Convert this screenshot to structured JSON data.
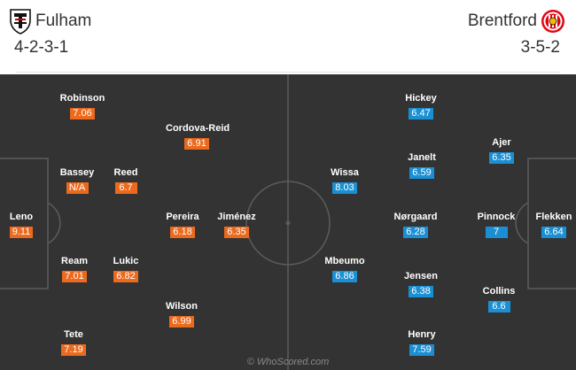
{
  "home": {
    "name": "Fulham",
    "formation": "4-2-3-1",
    "crest_icon": "fulham-crest-icon",
    "rating_color": "#ec6a1d",
    "players": [
      {
        "name": "Leno",
        "rating": "9.11"
      },
      {
        "name": "Robinson",
        "rating": "7.06"
      },
      {
        "name": "Bassey",
        "rating": "N/A"
      },
      {
        "name": "Ream",
        "rating": "7.01"
      },
      {
        "name": "Tete",
        "rating": "7.19"
      },
      {
        "name": "Reed",
        "rating": "6.7"
      },
      {
        "name": "Lukic",
        "rating": "6.82"
      },
      {
        "name": "Cordova-Reid",
        "rating": "6.91"
      },
      {
        "name": "Pereira",
        "rating": "6.18"
      },
      {
        "name": "Wilson",
        "rating": "6.99"
      },
      {
        "name": "Jiménez",
        "rating": "6.35"
      }
    ]
  },
  "away": {
    "name": "Brentford",
    "formation": "3-5-2",
    "crest_icon": "brentford-crest-icon",
    "rating_color": "#1a8fd4",
    "players": [
      {
        "name": "Flekken",
        "rating": "6.64"
      },
      {
        "name": "Ajer",
        "rating": "6.35"
      },
      {
        "name": "Pinnock",
        "rating": "7"
      },
      {
        "name": "Collins",
        "rating": "6.6"
      },
      {
        "name": "Hickey",
        "rating": "6.47"
      },
      {
        "name": "Janelt",
        "rating": "6.59"
      },
      {
        "name": "Nørgaard",
        "rating": "6.28"
      },
      {
        "name": "Jensen",
        "rating": "6.38"
      },
      {
        "name": "Henry",
        "rating": "7.59"
      },
      {
        "name": "Wissa",
        "rating": "8.03"
      },
      {
        "name": "Mbeumo",
        "rating": "6.86"
      }
    ]
  },
  "pitch": {
    "color": "#333333",
    "line_color": "#5c5c5c"
  },
  "watermark": "© WhoScored.com"
}
